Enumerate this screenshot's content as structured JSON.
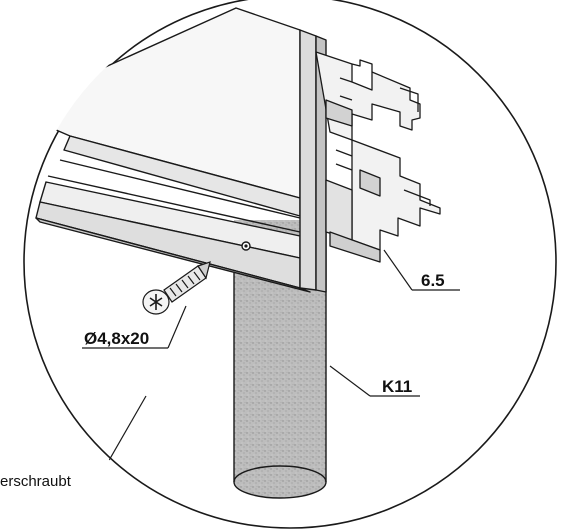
{
  "labels": {
    "screw_dimension": "Ø4,8x20",
    "profile_ref": "6.5",
    "post_ref": "K11",
    "note_text": "erschraubt"
  },
  "colors": {
    "line": "#1a1a1a",
    "profile_face": "#f2f2f2",
    "profile_shade": "#c8c8c8",
    "post_fill": "#b9b9b9",
    "background": "#ffffff"
  }
}
